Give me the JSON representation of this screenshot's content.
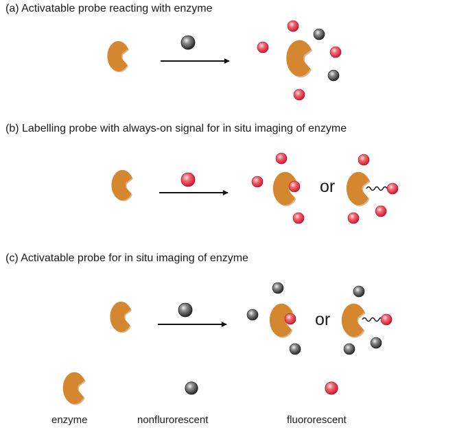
{
  "panels": {
    "a": {
      "title": "(a) Activatable probe reacting with enzyme"
    },
    "b": {
      "title": "(b) Labelling probe with always-on signal for in situ imaging of enzyme",
      "or_word": "or"
    },
    "c": {
      "title": "(c) Activatable probe for in situ imaging of enzyme",
      "or_word": "or"
    }
  },
  "legend": {
    "enzyme": "enzyme",
    "nonfluorescent": "nonflurorescent",
    "fluorescent": "fluororescent"
  },
  "colors": {
    "enzyme": "#D4872E",
    "fluorescent": "#E8303C",
    "nonfluorescent": "#333333",
    "arrow": "#111111"
  },
  "icons": {
    "enzyme": "enzyme-shape-icon",
    "fluorescent": "red-sphere-icon",
    "nonfluorescent": "gray-sphere-icon"
  }
}
